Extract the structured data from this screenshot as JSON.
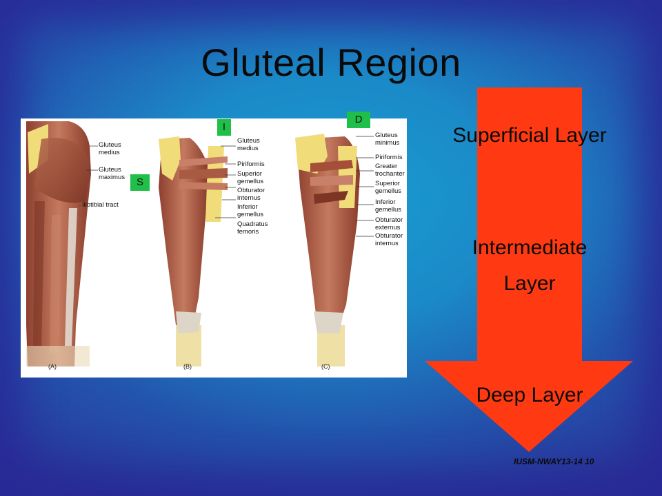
{
  "slide": {
    "title": "Gluteal Region",
    "footer": "IUSM-NWAY13-14  10"
  },
  "figure": {
    "panels": [
      "(A)",
      "(B)",
      "(C)"
    ],
    "panel_a_labels": [
      "Gluteus medius",
      "Gluteus maximus",
      "Iliotibial tract"
    ],
    "panel_b_labels": [
      "Gluteus medius",
      "Piriformis",
      "Superior gemellus",
      "Obturator internus",
      "Inferior gemellus",
      "Quadratus femoris"
    ],
    "panel_c_labels": [
      "Gluteus minimus",
      "Piriformis",
      "Greater trochanter",
      "Superior gemellus",
      "Inferior gemellus",
      "Obturator externus",
      "Obturator internus"
    ],
    "badges": {
      "superficial": "S",
      "intermediate": "I",
      "deep": "D"
    }
  },
  "layers": {
    "superficial": "Superficial Layer",
    "intermediate_line1": "Intermediate",
    "intermediate_line2": "Layer",
    "deep": "Deep Layer"
  },
  "colors": {
    "arrow": "#ff3a12",
    "badge": "#1fbf4a",
    "muscle": "#a8563c",
    "bone": "#f1dc7a"
  }
}
